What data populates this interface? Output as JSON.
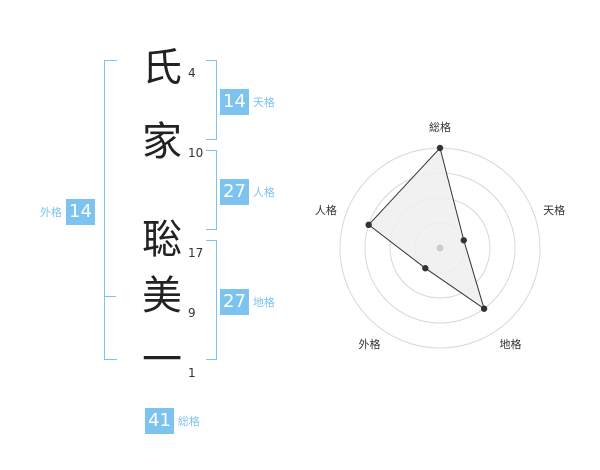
{
  "name": {
    "characters": [
      {
        "char": "氏",
        "strokes": "4"
      },
      {
        "char": "家",
        "strokes": "10"
      },
      {
        "char": "聡",
        "strokes": "17"
      },
      {
        "char": "美",
        "strokes": "9"
      },
      {
        "char": "一",
        "strokes": "1"
      }
    ]
  },
  "fortune": {
    "tenkaku": {
      "label": "天格",
      "value": "14"
    },
    "jinkaku": {
      "label": "人格",
      "value": "27"
    },
    "chikaku": {
      "label": "地格",
      "value": "27"
    },
    "gaikaku": {
      "label": "外格",
      "value": "14"
    },
    "soukaku": {
      "label": "総格",
      "value": "41"
    }
  },
  "chart_data": {
    "type": "radar",
    "axes": [
      "総格",
      "天格",
      "地格",
      "外格",
      "人格"
    ],
    "rings": 4,
    "max": 4,
    "values": [
      4,
      1,
      3,
      1,
      3
    ],
    "colors": {
      "fill": "#efefef",
      "stroke": "#333333",
      "grid": "#d8d8d8",
      "point": "#333333",
      "center": "#cccccc"
    }
  },
  "colors": {
    "accent": "#7cc3ef"
  }
}
